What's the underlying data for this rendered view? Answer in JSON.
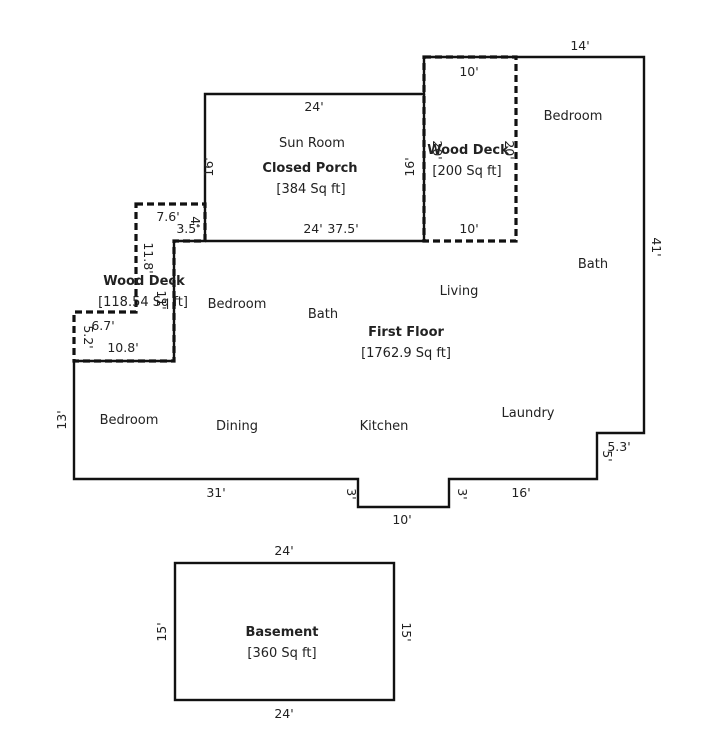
{
  "first_floor": {
    "title": "First Floor",
    "area": "[1762.9 Sq ft]",
    "rooms": [
      "Bedroom",
      "Bath",
      "Living",
      "Bath",
      "Bedroom",
      "Dining",
      "Kitchen",
      "Laundry",
      "Bedroom"
    ],
    "dims": {
      "top_right": "14'",
      "right": "41'",
      "step_h": "5.3'",
      "step_v": "5'",
      "bottom_right": "16'",
      "notch_right": "3'",
      "notch_bottom": "10'",
      "notch_left": "3'",
      "bottom_left": "31'",
      "left": "13'",
      "mid_wall": "37.5'"
    }
  },
  "sun_room": {
    "room": "Sun Room",
    "title": "Closed Porch",
    "area": "[384 Sq ft]",
    "dims": {
      "top": "24'",
      "left": "16'",
      "right": "16'",
      "bottom": "24'"
    }
  },
  "deck_right": {
    "title": "Wood Deck",
    "area": "[200 Sq ft]",
    "dims": {
      "top": "10'",
      "bottom": "10'",
      "left": "20'",
      "right": "20'"
    }
  },
  "deck_left": {
    "title": "Wood Deck",
    "area": "[118.54 Sq ft]",
    "dims": {
      "top": "7.6'",
      "small": "3.5'",
      "short": "4'",
      "inner": "11.8'",
      "inner2": "11'",
      "mid": "6.7'",
      "side": "5.2'",
      "bottom": "10.8'"
    }
  },
  "basement": {
    "title": "Basement",
    "area": "[360 Sq ft]",
    "dims": {
      "top": "24'",
      "bottom": "24'",
      "left": "15'",
      "right": "15'"
    }
  }
}
